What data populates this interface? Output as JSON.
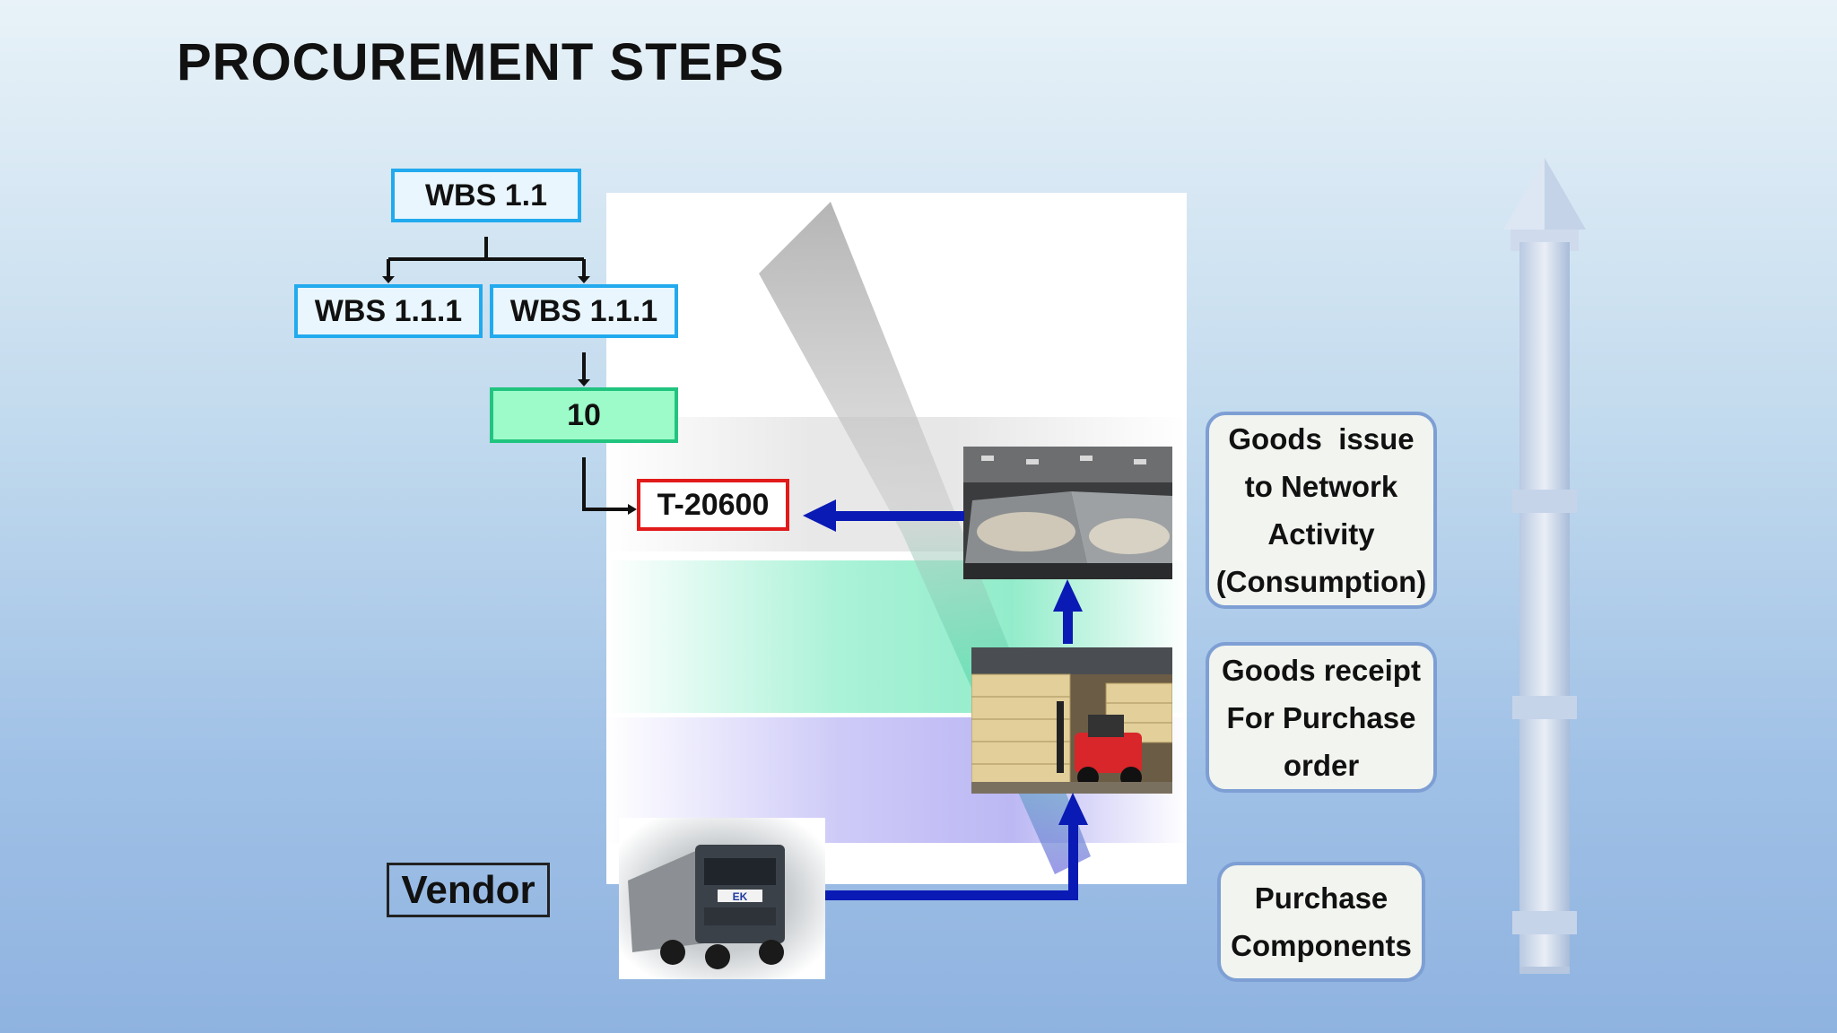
{
  "title": "PROCUREMENT STEPS",
  "wbs_top": "WBS 1.1",
  "wbs_left": "WBS 1.1.1",
  "wbs_right": "WBS 1.1.1",
  "activity": "10",
  "material": "T-20600",
  "vendor": "Vendor",
  "steps": [
    {
      "lines": [
        "Goods  issue",
        "to Network",
        "Activity",
        "(Consumption)"
      ]
    },
    {
      "lines": [
        "Goods receipt",
        "For Purchase",
        "order"
      ]
    },
    {
      "lines": [
        "Purchase",
        "Components"
      ]
    }
  ],
  "images": [
    "warehouse-bins-photo",
    "forklift-pallets-photo",
    "truck-photo"
  ],
  "colors": {
    "flow_arrow": "#0a1ab4",
    "wbs_border": "#22aaee",
    "activity_fill": "#9cfbc8",
    "material_border": "#e21a1a",
    "step_border": "#7e9fd4"
  }
}
